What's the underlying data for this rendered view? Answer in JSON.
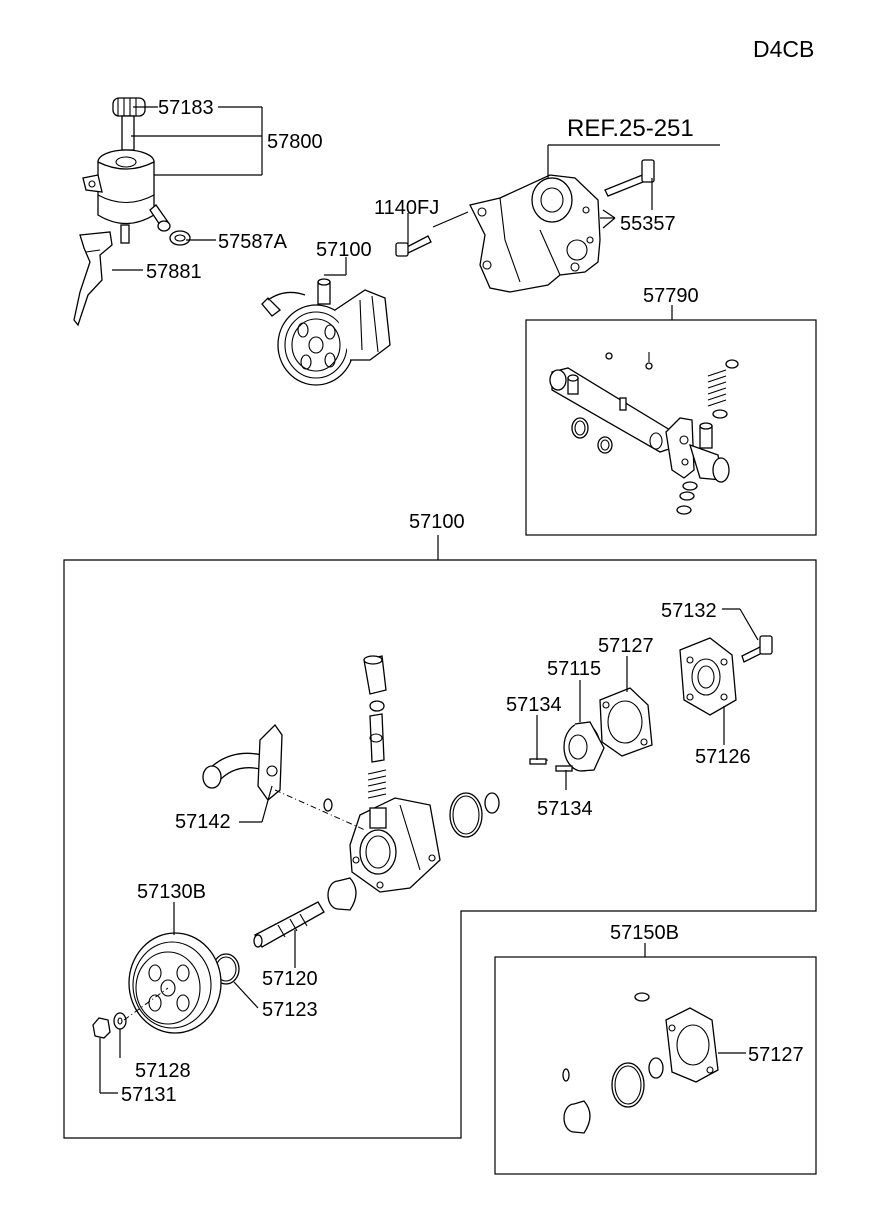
{
  "diagram": {
    "engine_code": "D4CB",
    "reference": "REF.25-251",
    "labels": {
      "p57183": "57183",
      "p57800": "57800",
      "p57587A": "57587A",
      "p57881": "57881",
      "p1140FJ": "1140FJ",
      "p57100_top": "57100",
      "p55357": "55357",
      "p57790": "57790",
      "p57100_box": "57100",
      "p57132": "57132",
      "p57127_upper": "57127",
      "p57115": "57115",
      "p57134_upper": "57134",
      "p57126": "57126",
      "p57134_lower": "57134",
      "p57142": "57142",
      "p57130B": "57130B",
      "p57120": "57120",
      "p57123": "57123",
      "p57128": "57128",
      "p57131": "57131",
      "p57150B": "57150B",
      "p57127_kit": "57127"
    }
  }
}
